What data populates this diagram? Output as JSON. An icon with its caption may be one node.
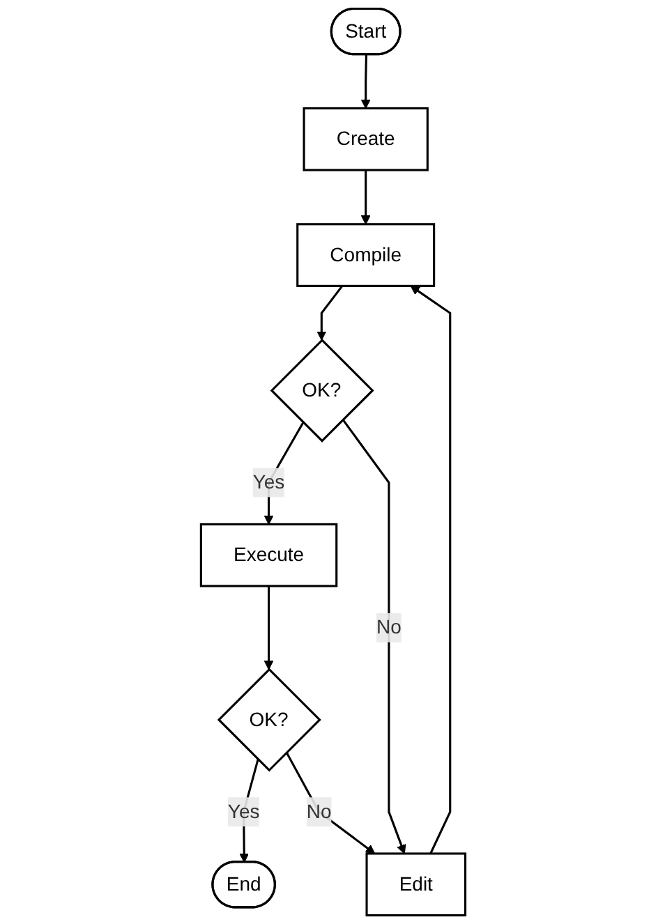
{
  "diagram": {
    "nodes": [
      {
        "text": [
          "Start"
        ]
      },
      {
        "text": [
          "Create"
        ]
      },
      {
        "text": [
          "Edit"
        ]
      },
      {
        "text": [
          "Compile"
        ]
      },
      {
        "text": [
          "OK?"
        ]
      },
      {
        "text": [
          "Execute"
        ]
      },
      {
        "text": [
          "OK?"
        ]
      },
      {
        "text": [
          "End"
        ]
      }
    ],
    "edges": [
      {
        "from": 0,
        "to": 1,
        "arrow": "to"
      },
      {
        "from": 1,
        "to": 3,
        "arrow": "to"
      },
      {
        "from": 2,
        "to": 3,
        "arrow": "to"
      },
      {
        "from": 3,
        "to": 4,
        "arrow": "to"
      },
      {
        "from": 4,
        "to": 5,
        "arrow": "to",
        "label": "Yes"
      },
      {
        "from": 4,
        "to": 2,
        "arrow": "to",
        "label": "No"
      },
      {
        "from": 5,
        "to": 6,
        "arrow": "to"
      },
      {
        "from": 6,
        "to": 7,
        "arrow": "to",
        "label": "Yes"
      },
      {
        "from": 6,
        "to": 2,
        "arrow": "to",
        "label": "No"
      }
    ]
  }
}
